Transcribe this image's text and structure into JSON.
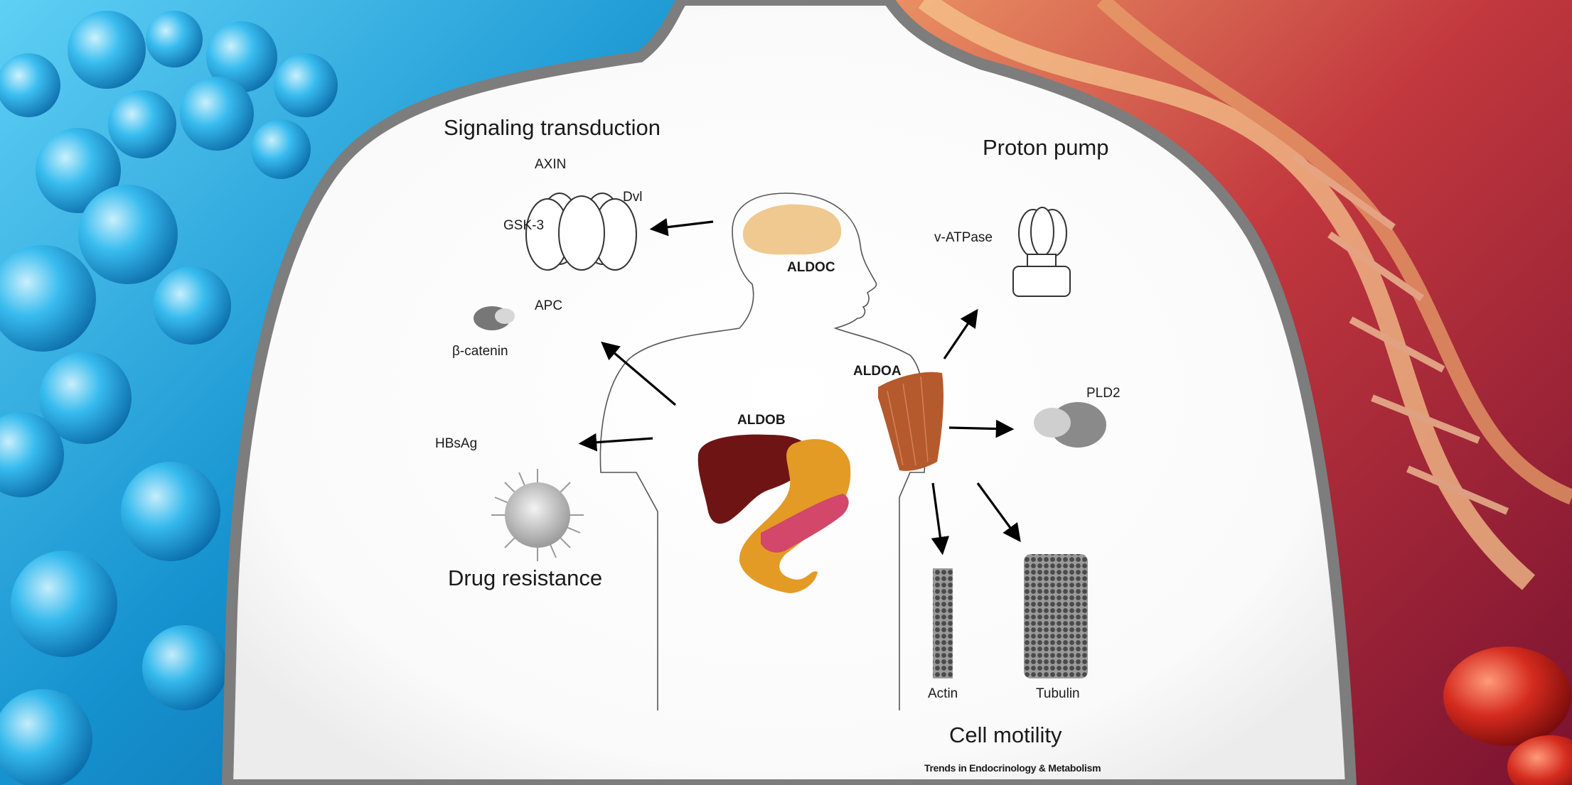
{
  "headings": {
    "signaling": "Signaling transduction",
    "proton": "Proton pump",
    "drug": "Drug resistance",
    "motility": "Cell motility"
  },
  "enzymes": {
    "brain": "ALDOC",
    "liver": "ALDOB",
    "muscle": "ALDOA"
  },
  "labels": {
    "axin": "AXIN",
    "dvl": "Dvl",
    "gsk3": "GSK-3",
    "apc": "APC",
    "catenin": "β-catenin",
    "hbsag": "HBsAg",
    "vatpase": "v-ATPase",
    "pld2": "PLD2",
    "actin": "Actin",
    "tubulin": "Tubulin"
  },
  "credit": "Trends in Endocrinology & Metabolism",
  "colors": {
    "left_bg": "#1fa3d6",
    "right_bg": "#b8323c",
    "silhouette_edge": "#7d7d7d",
    "brain": "#efc98f",
    "liver": "#6e1414",
    "pancreas": "#e39b26",
    "pancreas_inner": "#d2476a",
    "muscle": "#b45a2c",
    "pld2": "#8a8a8a"
  }
}
